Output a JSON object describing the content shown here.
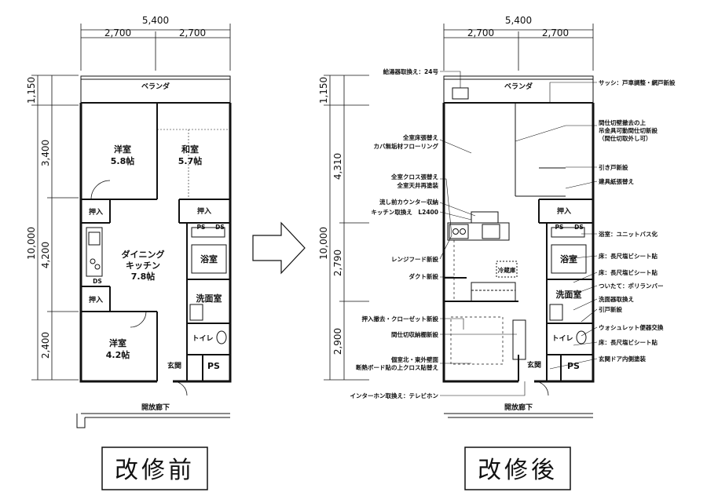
{
  "colors": {
    "ink": "#111111",
    "paper": "#ffffff"
  },
  "before": {
    "dims_top": {
      "total": "5,400",
      "left": "2,700",
      "right": "2,700"
    },
    "dims_side": [
      "1,150",
      "3,400",
      "10,000",
      "4,200",
      "2,400"
    ],
    "veranda": "ベランダ",
    "rooms": {
      "yoshitsu1_name": "洋室",
      "yoshitsu1_size": "5.8帖",
      "washitsu_name": "和室",
      "washitsu_size": "5.7帖",
      "oshiire1": "押入",
      "oshiire2": "押入",
      "oshiire3": "押入",
      "ps_ds_a": "PS",
      "ps_ds_b": "DS",
      "dk_name1": "ダイニング",
      "dk_name2": "キッチン",
      "dk_size": "7.8帖",
      "ds_small": "DS",
      "bath": "浴室",
      "washroom": "洗面室",
      "yoshitsu2_name": "洋室",
      "yoshitsu2_size": "4.2帖",
      "toilet": "トイレ",
      "entrance": "玄関",
      "ps": "PS"
    },
    "corridor": "開放廊下",
    "caption": "改修前"
  },
  "after": {
    "dims_top": {
      "total": "5,400",
      "left": "2,700",
      "right": "2,700"
    },
    "dims_side": [
      "1,150",
      "4,310",
      "10,000",
      "2,790",
      "2,900"
    ],
    "veranda": "ベランダ",
    "rooms": {
      "oshiire": "押入",
      "ps_a": "PS",
      "ds_b": "DS",
      "bath": "浴室",
      "washroom": "洗面室",
      "toilet": "トイレ",
      "entrance": "玄関",
      "ps": "PS",
      "fridge": "冷蔵庫"
    },
    "annotations_left": [
      "給湯器取換え：24号",
      "全室床張替え",
      "カバ無垢材フローリング",
      "全室クロス張替え",
      "全室天井再塗装",
      "流し前カウンター収納",
      "キッチン取換え　L2400",
      "レンジフード新設",
      "ダクト新設",
      "押入撤去・クローゼット新設",
      "間仕切収納棚新設",
      "個室北・東外壁面",
      "断熱ボード貼の上クロス貼替え",
      "インターホン取換え：テレビホン"
    ],
    "annotations_right": [
      "サッシ：戸車調整・網戸新設",
      "間仕切壁撤去の上",
      "吊金具可動間仕切新設",
      "（間仕切取外し可）",
      "引き戸新設",
      "建具紙張替え",
      "浴室：ユニットバス化",
      "床：長尺塩ビシート貼",
      "床：長尺塩ビシート貼",
      "ついたて：ポリランバー",
      "洗面器取換え",
      "引戸新設",
      "ウォシュレット便器交換",
      "床：長尺塩ビシート貼",
      "玄関ドア内側塗装"
    ],
    "corridor": "開放廊下",
    "caption": "改修後"
  }
}
